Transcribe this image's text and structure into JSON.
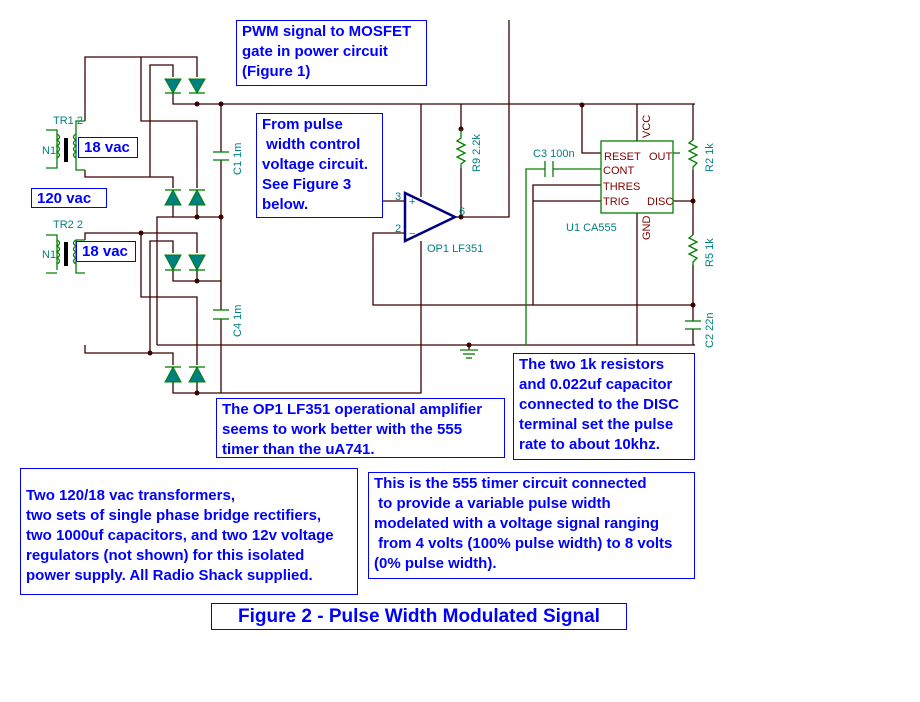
{
  "notes": {
    "pwm": "PWM signal to MOSFET\ngate in power circuit\n(Figure 1)",
    "pulse": "From pulse\n width control\nvoltage circuit.\nSee Figure 3\nbelow.",
    "opamp": "The OP1 LF351 operational amplifier\nseems to work better with the 555\ntimer than the uA741.",
    "resistors": "The two 1k resistors\nand 0.022uf capacitor\nconnected to the DISC\nterminal set the pulse\nrate to about 10khz.",
    "supply": "Two 120/18 vac transformers,\ntwo sets of single phase bridge rectifiers,\ntwo 1000uf capacitors, and two 12v voltage\nregulators (not shown) for this isolated\npower supply. All Radio Shack supplied.",
    "timer": "This is the 555 timer circuit connected\n to provide a variable pulse width\nmodelated with a voltage signal ranging\n from 4 volts (100% pulse width) to 8 volts\n(0% pulse width).",
    "v120": "120 vac",
    "v18a": "18 vac",
    "v18b": "18 vac"
  },
  "title": "Figure 2 - Pulse Width Modulated Signal",
  "components": {
    "tr1": "TR1 2",
    "tr2": "TR2 2",
    "n1a": "N1",
    "n1b": "N1",
    "c1": "C1 1m",
    "c4": "C4 1m",
    "r9": "R9 2.2k",
    "op1": "OP1 LF351",
    "c3": "C3 100n",
    "u1": "U1 CA555",
    "r2": "R2 1k",
    "r5": "R5 1k",
    "c2": "C2 22n",
    "pin3": "3",
    "pin2": "2",
    "pin6": "6"
  },
  "timer_pins": {
    "reset": "RESET",
    "vcc": "VCC",
    "out": "OUT",
    "cont": "CONT",
    "thres": "THRES",
    "trig": "TRIG",
    "gnd": "GND",
    "disc": "DISC"
  },
  "colors": {
    "text": "#0000ff",
    "wire": "#3a0000",
    "component": "#008080",
    "pin_label": "#800000"
  }
}
